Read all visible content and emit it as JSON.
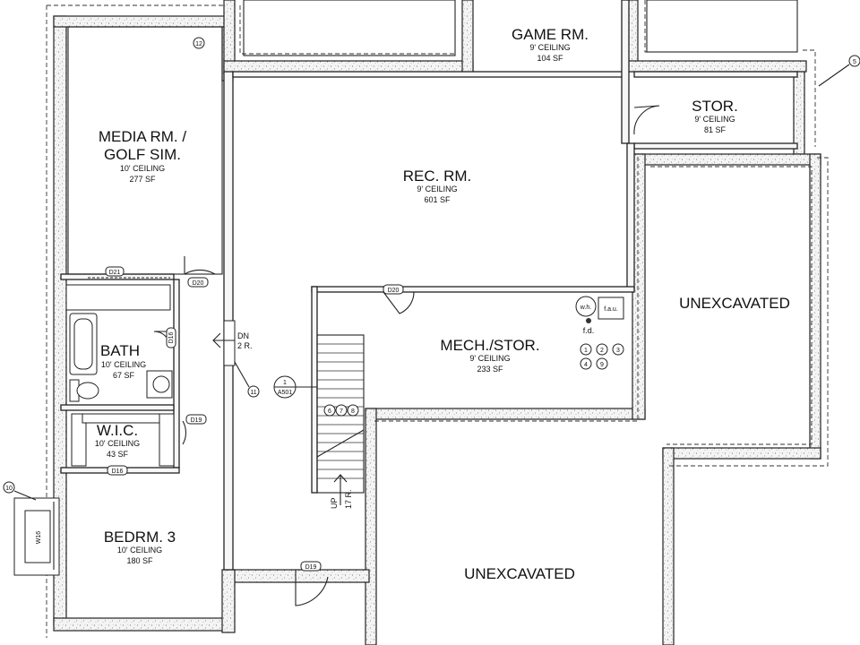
{
  "rooms": {
    "game_rm": {
      "name": "GAME RM.",
      "ceiling": "9' CEILING",
      "area": "104 SF"
    },
    "stor": {
      "name": "STOR.",
      "ceiling": "9' CEILING",
      "area": "81 SF"
    },
    "media_rm": {
      "name_line1": "MEDIA RM. /",
      "name_line2": "GOLF SIM.",
      "ceiling": "10' CEILING",
      "area": "277 SF"
    },
    "rec_rm": {
      "name": "REC. RM.",
      "ceiling": "9' CEILING",
      "area": "601 SF"
    },
    "mech_stor": {
      "name": "MECH./STOR.",
      "ceiling": "9' CEILING",
      "area": "233 SF"
    },
    "bath": {
      "name": "BATH",
      "ceiling": "10' CEILING",
      "area": "67 SF"
    },
    "wic": {
      "name": "W.I.C.",
      "ceiling": "10' CEILING",
      "area": "43 SF"
    },
    "bedrm3": {
      "name": "BEDRM. 3",
      "ceiling": "10' CEILING",
      "area": "180 SF"
    },
    "unexcavated_1": {
      "name": "UNEXCAVATED"
    },
    "unexcavated_2": {
      "name": "UNEXCAVATED"
    }
  },
  "doors": {
    "d21": "D21",
    "d20_a": "D20",
    "d20_b": "D20",
    "d16_a": "D16",
    "d16_b": "D16",
    "d19_a": "D19",
    "d19_b": "D19",
    "w16": "W16"
  },
  "stairs": {
    "down_line1": "DN",
    "down_line2": "2 R.",
    "up_line1": "UP",
    "up_line2": "17 R."
  },
  "equipment": {
    "wh": "w.h.",
    "fau": "f.a.u.",
    "fd": "f.d."
  },
  "callouts": {
    "c12": "12",
    "c11": "11",
    "c10": "10",
    "c5": "5",
    "section_num": "1",
    "section_sheet": "A501",
    "k1": "1",
    "k2": "2",
    "k3": "3",
    "k4": "4",
    "k9": "9",
    "k6": "6",
    "k7": "7",
    "k8": "8"
  }
}
